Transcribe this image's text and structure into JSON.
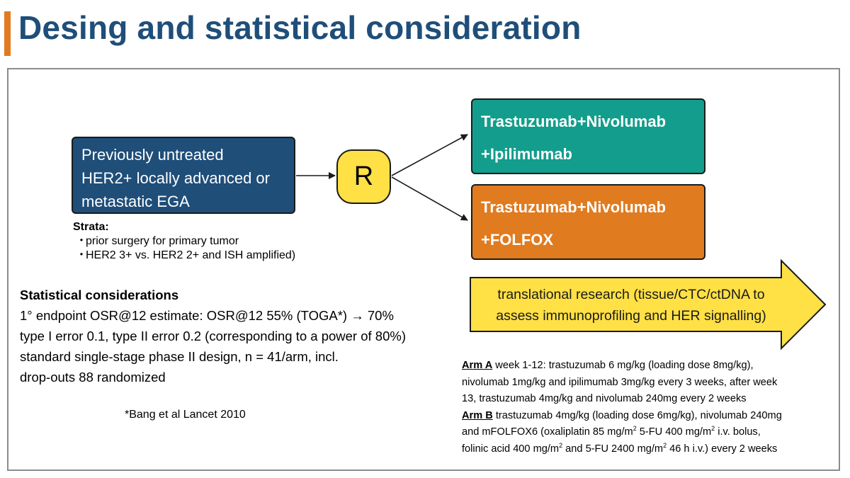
{
  "header": {
    "title": "Desing and statistical consideration"
  },
  "colors": {
    "accent": "#e07b20",
    "title": "#1f4e79",
    "population_box": "#1f4e79",
    "randomization": "#ffe045",
    "arm_a": "#139d8c",
    "arm_b": "#e07b20",
    "translational_arrow": "#ffe045"
  },
  "population": {
    "lines": [
      "Previously untreated",
      "HER2+ locally advanced or",
      "metastatic EGA"
    ]
  },
  "randomization": {
    "label": "R"
  },
  "arms": [
    {
      "lines": [
        "Trastuzumab+Nivolumab",
        "+Ipilimumab"
      ]
    },
    {
      "lines": [
        "Trastuzumab+Nivolumab",
        "+FOLFOX"
      ]
    }
  ],
  "strata": {
    "heading": "Strata:",
    "bullet": "・",
    "items": [
      "prior surgery for primary tumor",
      "HER2 3+ vs. HER2 2+ and ISH amplified)"
    ]
  },
  "statistics": {
    "heading": "Statistical considerations",
    "lines": [
      "1° endpoint OSR@12 estimate: OSR@12 55% (TOGA*) → 70%",
      "type I error 0.1, type II error 0.2 (corresponding to a power of 80%)",
      "standard single-stage phase II design, n = 41/arm, incl.",
      "drop-outs 88 randomized"
    ]
  },
  "reference": "*Bang et al Lancet 2010",
  "translational": {
    "lines": [
      "translational research (tissue/CTC/ctDNA to",
      "assess immunoprofiling and HER signalling)"
    ]
  },
  "details": {
    "arm_a_label": "Arm A",
    "arm_a_line1": " week 1-12: trastuzumab 6 mg/kg (loading dose 8mg/kg),",
    "arm_a_line2": "nivolumab 1mg/kg and ipilimumab 3mg/kg every 3 weeks, after week",
    "arm_a_line3": "13, trastuzumab 4mg/kg and nivolumab 240mg every 2 weeks",
    "arm_b_label": "Arm B",
    "arm_b_line1": " trastuzumab 4mg/kg (loading dose 6mg/kg), nivolumab 240mg",
    "arm_b_line2a": "and mFOLFOX6 (oxaliplatin 85 mg/m",
    "arm_b_line2b": " 5-FU 400 mg/m",
    "arm_b_line2c": " i.v. bolus,",
    "arm_b_line3a": "folinic acid 400 mg/m",
    "arm_b_line3b": " and 5-FU 2400 mg/m",
    "arm_b_line3c": " 46 h i.v.) every 2 weeks",
    "superscript": "2"
  }
}
